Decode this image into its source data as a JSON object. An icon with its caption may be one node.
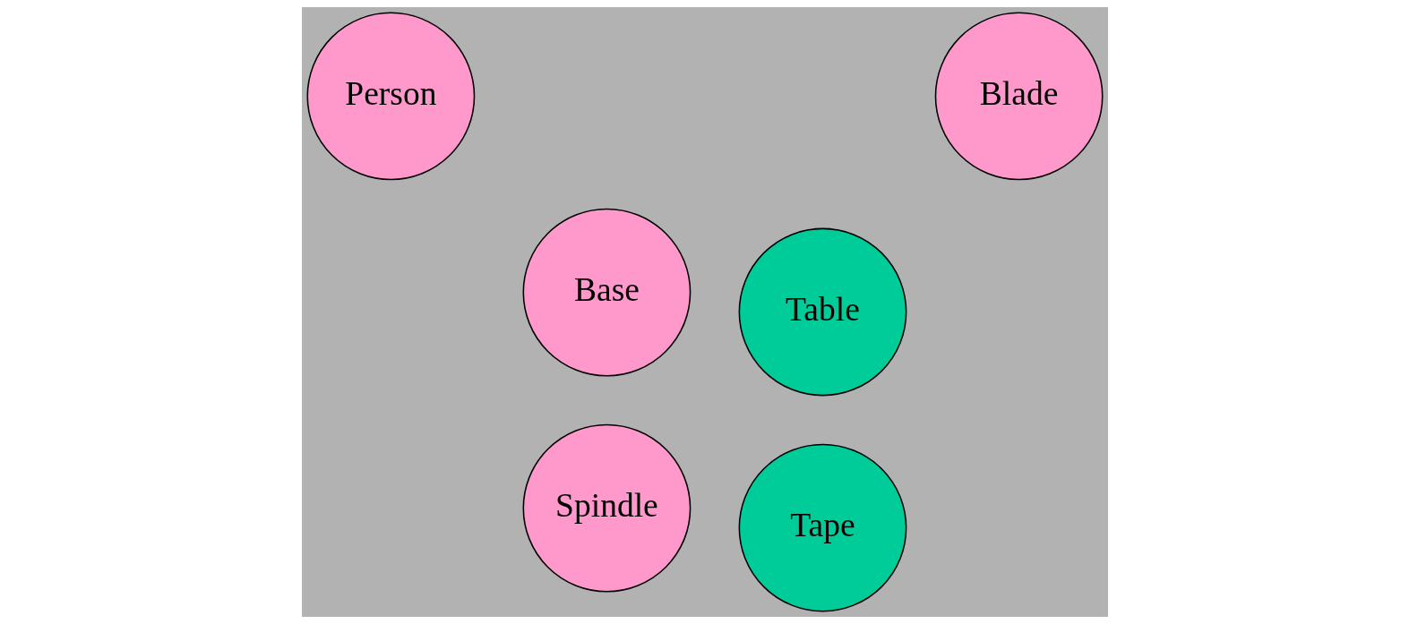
{
  "diagram": {
    "nodes": [
      {
        "text": [
          "Spindle"
        ]
      },
      {
        "text": [
          "Tape"
        ]
      },
      {
        "text": [
          "Table"
        ]
      },
      {
        "text": [
          "Base"
        ]
      },
      {
        "text": [
          "Blade"
        ]
      },
      {
        "text": [
          "Person"
        ]
      }
    ]
  }
}
